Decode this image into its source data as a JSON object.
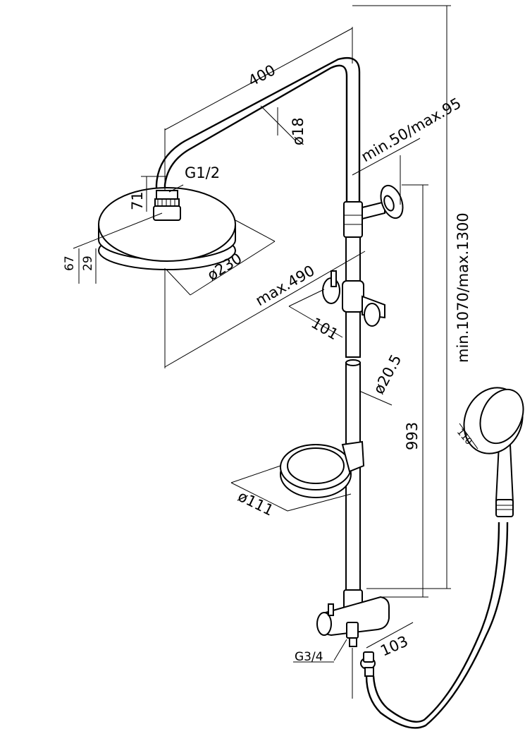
{
  "labels": {
    "arm_length": "400",
    "arm_diameter": "ø18",
    "head_connector": "G1/2",
    "head_neck_height": "71",
    "head_total_height": "67",
    "head_plate_height": "29",
    "head_diameter": "ø230",
    "wall_distance": "min.50/max.95",
    "reach": "max.490",
    "holder_depth": "101",
    "column_height": "min.1070/max.1300",
    "tube_diameter": "ø20.5",
    "tube_height": "993",
    "hand_shower_diameter": "110",
    "soap_dish_diameter": "ø111",
    "inlet_connector": "G3/4",
    "mixer_depth": "103"
  }
}
